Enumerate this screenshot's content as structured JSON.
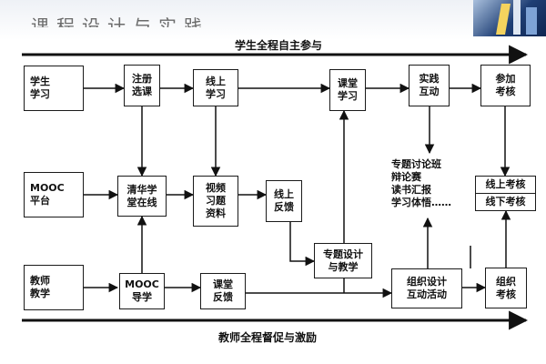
{
  "slide": {
    "title_fragment": "课程设计与实践"
  },
  "diagram": {
    "top_banner": "学生全程自主参与",
    "bottom_banner": "教师全程督促与激励",
    "rows": {
      "student": "学生\n学习",
      "mooc": "MOOC\n平台",
      "teacher": "教师\n教学"
    },
    "nodes": {
      "register": "注册\n选课",
      "online_study": "线上\n学习",
      "classroom_study": "课堂\n学习",
      "practice": "实践\n互动",
      "join_exam": "参加\n考核",
      "tsinghua_online": "清华学\n堂在线",
      "video_resources": "视频\n习题\n资料",
      "online_feedback": "线上\n反馈",
      "topic_list": "专题讨论班\n辩论赛\n读书汇报\n学习体悟……",
      "online_exam": "线上考核",
      "offline_exam": "线下考核",
      "topic_design": "专题设计\n与教学",
      "mooc_guide": "MOOC\n导学",
      "class_feedback": "课堂\n反馈",
      "organize_activity": "组织设计\n互动活动",
      "organize_exam": "组织\n考核"
    }
  }
}
